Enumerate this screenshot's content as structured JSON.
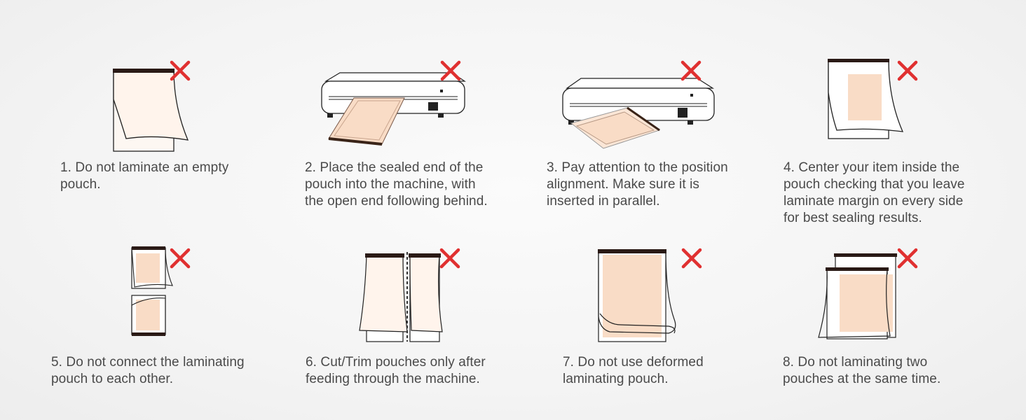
{
  "accent": "#e03030",
  "pouch_fill": "#f9dcc6",
  "steps": [
    {
      "number": "1",
      "caption": "1. Do not laminate an empty\npouch.",
      "icon": "empty-pouch-icon"
    },
    {
      "number": "2",
      "caption": "2. Place the sealed end of the\npouch into the machine, with\nthe open end following behind.",
      "icon": "laminator-feed-icon"
    },
    {
      "number": "3",
      "caption": "3. Pay attention to the position\nalignment. Make sure it is\ninserted in parallel.",
      "icon": "laminator-skewed-icon"
    },
    {
      "number": "4",
      "caption": "4. Center your item inside the\npouch checking that you leave\nlaminate margin on every side\nfor best sealing results.",
      "icon": "centered-item-pouch-icon"
    },
    {
      "number": "5",
      "caption": "5. Do not connect the laminating\npouch to each other.",
      "icon": "connected-pouches-icon"
    },
    {
      "number": "6",
      "caption": "6. Cut/Trim pouches only after\nfeeding through the machine.",
      "icon": "cut-pouch-icon"
    },
    {
      "number": "7",
      "caption": "7. Do not use deformed\nlaminating pouch.",
      "icon": "deformed-pouch-icon"
    },
    {
      "number": "8",
      "caption": "8. Do not laminating two\npouches at the same time.",
      "icon": "two-pouches-icon"
    }
  ]
}
